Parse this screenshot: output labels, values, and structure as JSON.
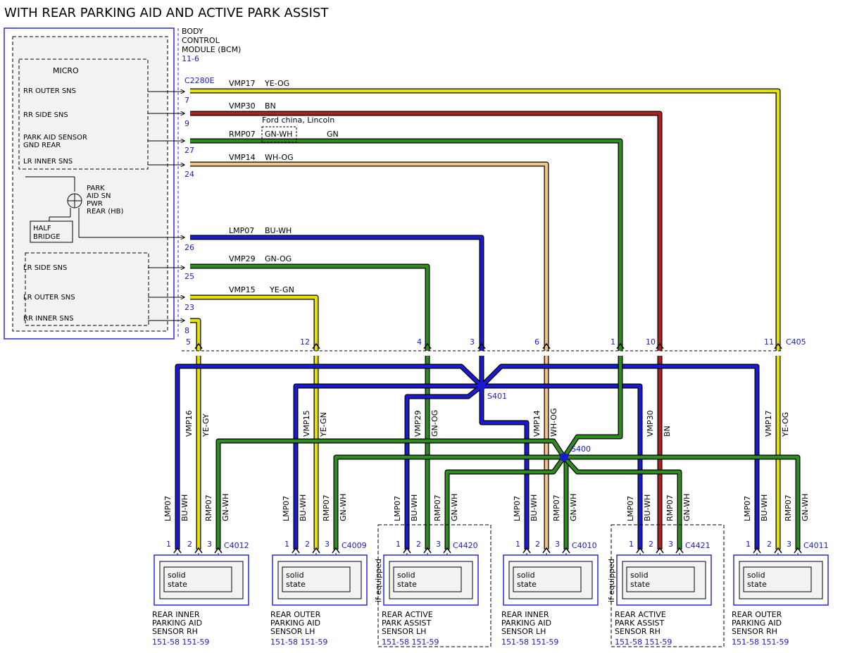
{
  "title": "WITH REAR PARKING AID AND ACTIVE PARK ASSIST",
  "colors": {
    "yellow": "#e8e000",
    "red": "#b02020",
    "green": "#2e8b1e",
    "blue": "#1a1ad0",
    "white_orange": "#f2c48a",
    "link": "#1a1ad0"
  },
  "bcm": {
    "name_lines": [
      "BODY",
      "CONTROL",
      "MODULE (BCM)"
    ],
    "ref": "11-6",
    "micro": "MICRO",
    "connector": "C2280E",
    "inputs": [
      "RR OUTER SNS",
      "RR SIDE SNS",
      "PARK AID SENSOR",
      "GND REAR",
      "LR INNER SNS",
      "LR SIDE SNS",
      "LR OUTER SNS",
      "RR INNER SNS"
    ],
    "pwr_lines": [
      "PARK",
      "AID SN",
      "PWR",
      "REAR (HB)"
    ],
    "half_bridge": [
      "HALF",
      "BRIDGE"
    ]
  },
  "wires": [
    {
      "circuit": "VMP17",
      "color": "YE-OG",
      "pin": "7",
      "c405_pin": "11"
    },
    {
      "circuit": "VMP30",
      "color": "BN",
      "pin": "9",
      "c405_pin": "10"
    },
    {
      "circuit": "RMP07",
      "color": "GN-WH",
      "pin": "27",
      "c405_pin": "1"
    },
    {
      "circuit": "VMP14",
      "color": "WH-OG",
      "pin": "24",
      "c405_pin": "6"
    },
    {
      "circuit": "LMP07",
      "color": "BU-WH",
      "pin": "26",
      "c405_pin": "3"
    },
    {
      "circuit": "VMP29",
      "color": "GN-OG",
      "pin": "25",
      "c405_pin": "4"
    },
    {
      "circuit": "VMP15",
      "color": "YE-GN",
      "pin": "23",
      "c405_pin": "12"
    },
    {
      "circuit": "VMP16",
      "color": "YE-GY",
      "pin": "8",
      "c405_pin": "5"
    }
  ],
  "rmp07_note": "Ford china, Lincoln",
  "rmp07_alt_color": "GN",
  "c405": "C405",
  "splices": [
    "S401",
    "S400"
  ],
  "sensors": [
    {
      "connector": "C4012",
      "name": [
        "REAR INNER",
        "PARKING AID",
        "SENSOR RH"
      ],
      "refs": "151-58  151-59",
      "wire_left": [
        "VMP16",
        "YE-GY"
      ],
      "optional": false
    },
    {
      "connector": "C4009",
      "name": [
        "REAR OUTER",
        "PARKING AID",
        "SENSOR LH"
      ],
      "refs": "151-58  151-59",
      "wire_left": [
        "VMP15",
        "YE-GN"
      ],
      "optional": false
    },
    {
      "connector": "C4420",
      "name": [
        "REAR ACTIVE",
        "PARK ASSIST",
        "SENSOR LH"
      ],
      "refs": "151-58  151-59",
      "wire_left": [
        "VMP29",
        "GN-OG"
      ],
      "optional": true
    },
    {
      "connector": "C4010",
      "name": [
        "REAR INNER",
        "PARKING AID",
        "SENSOR LH"
      ],
      "refs": "151-58  151-59",
      "wire_left": [
        "VMP14",
        "WH-OG"
      ],
      "optional": false
    },
    {
      "connector": "C4421",
      "name": [
        "REAR ACTIVE",
        "PARK ASSIST",
        "SENSOR RH"
      ],
      "refs": "151-58  151-59",
      "wire_left": [
        "VMP30",
        "BN"
      ],
      "optional": true
    },
    {
      "connector": "C4011",
      "name": [
        "REAR OUTER",
        "PARKING AID",
        "SENSOR RH"
      ],
      "refs": "151-58  151-59",
      "wire_left": [
        "VMP17",
        "YE-OG"
      ],
      "optional": false
    }
  ],
  "sensor_common": {
    "lmp": "LMP07",
    "lmp_color": "BU-WH",
    "rmp": "RMP07",
    "rmp_color": "GN-WH",
    "pins": [
      "1",
      "2",
      "3"
    ],
    "inner": [
      "solid",
      "state"
    ],
    "if_equipped": "if equipped"
  }
}
